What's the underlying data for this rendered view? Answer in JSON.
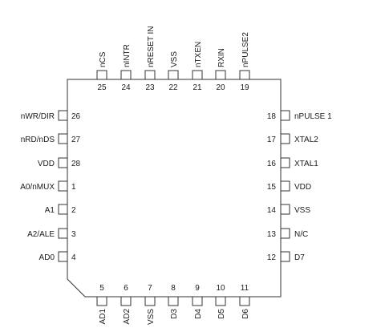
{
  "package": {
    "top_pins": [
      {
        "label": "nCS",
        "number": "25"
      },
      {
        "label": "nINTR",
        "number": "24"
      },
      {
        "label": "nRESET IN",
        "number": "23"
      },
      {
        "label": "VSS",
        "number": "22"
      },
      {
        "label": "nTXEN",
        "number": "21"
      },
      {
        "label": "RXIN",
        "number": "20"
      },
      {
        "label": "nPULSE2",
        "number": "19"
      }
    ],
    "left_pins": [
      {
        "label": "nWR/DIR",
        "number": "26"
      },
      {
        "label": "nRD/nDS",
        "number": "27"
      },
      {
        "label": "VDD",
        "number": "28"
      },
      {
        "label": "A0/nMUX",
        "number": "1"
      },
      {
        "label": "A1",
        "number": "2"
      },
      {
        "label": "A2/ALE",
        "number": "3"
      },
      {
        "label": "AD0",
        "number": "4"
      }
    ],
    "right_pins": [
      {
        "label": "nPULSE 1",
        "number": "18"
      },
      {
        "label": "XTAL2",
        "number": "17"
      },
      {
        "label": "XTAL1",
        "number": "16"
      },
      {
        "label": "VDD",
        "number": "15"
      },
      {
        "label": "VSS",
        "number": "14"
      },
      {
        "label": "N/C",
        "number": "13"
      },
      {
        "label": "D7",
        "number": "12"
      }
    ],
    "bottom_pins": [
      {
        "label": "AD1",
        "number": "5"
      },
      {
        "label": "AD2",
        "number": "6"
      },
      {
        "label": "VSS",
        "number": "7"
      },
      {
        "label": "D3",
        "number": "8"
      },
      {
        "label": "D4",
        "number": "9"
      },
      {
        "label": "D5",
        "number": "10"
      },
      {
        "label": "D6",
        "number": "11"
      }
    ]
  }
}
